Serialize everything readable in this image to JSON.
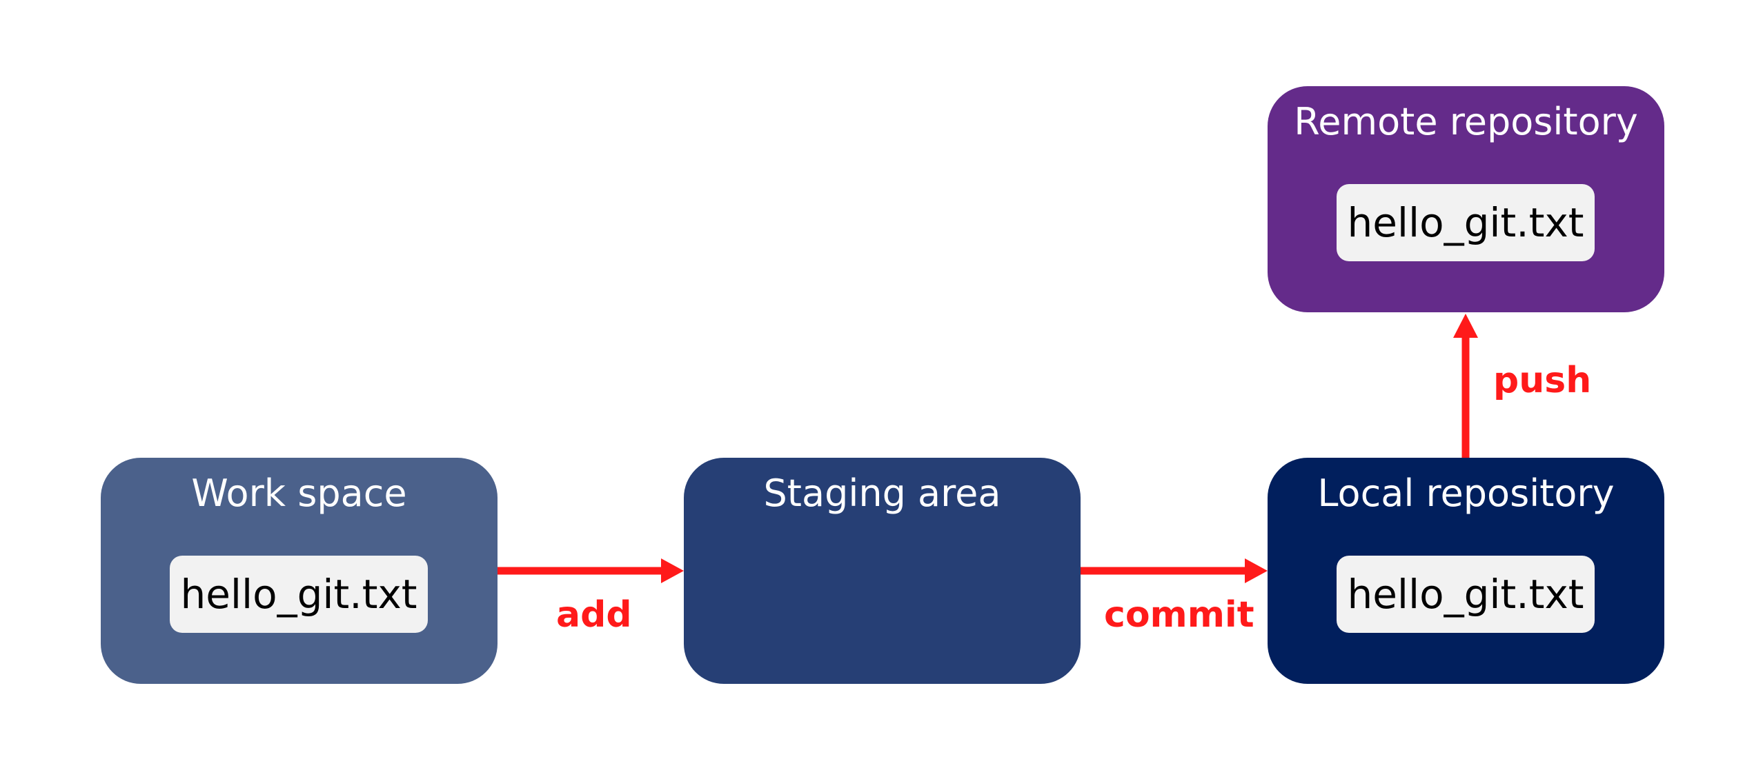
{
  "colors": {
    "work_space": "#4b618b",
    "staging_area": "#263f75",
    "local_repository": "#011f5d",
    "remote_repository": "#642b8a",
    "file_chip": "#f2f2f2",
    "arrow": "#ff1a1a"
  },
  "nodes": {
    "work_space": {
      "title": "Work space",
      "file": "hello_git.txt"
    },
    "staging_area": {
      "title": "Staging area"
    },
    "local_repository": {
      "title": "Local repository",
      "file": "hello_git.txt"
    },
    "remote_repository": {
      "title": "Remote repository",
      "file": "hello_git.txt"
    }
  },
  "edges": {
    "add": "add",
    "commit": "commit",
    "push": "push"
  }
}
